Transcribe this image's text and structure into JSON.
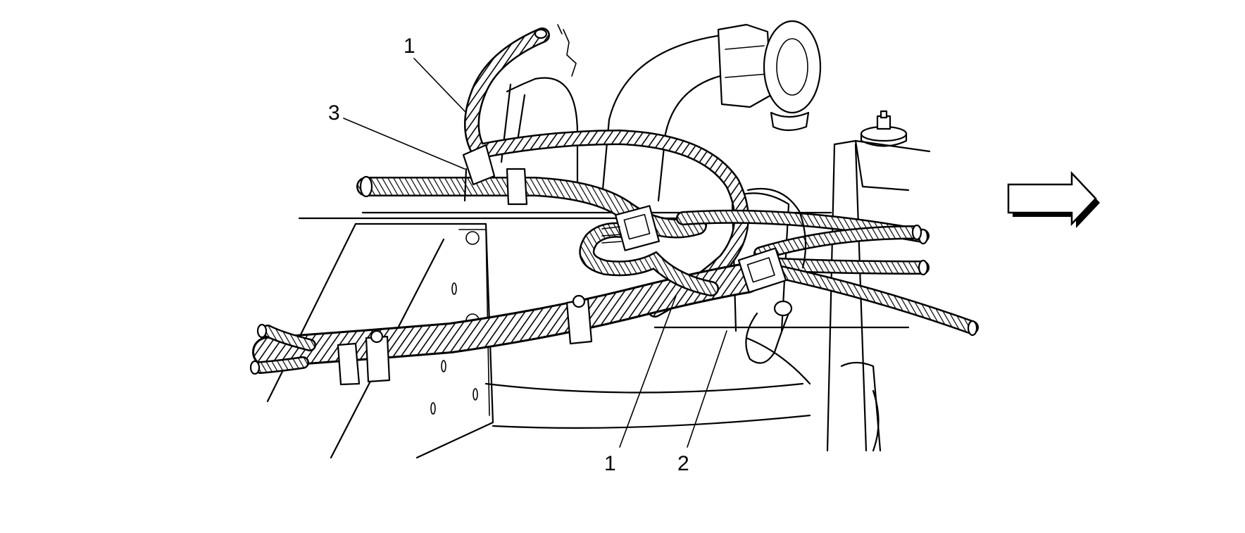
{
  "callouts": [
    {
      "id": "c1a",
      "label": "1"
    },
    {
      "id": "c3",
      "label": "3"
    },
    {
      "id": "c1b",
      "label": "1"
    },
    {
      "id": "c2",
      "label": "2"
    }
  ],
  "icons": {
    "view_arrow": "right-arrow-icon"
  },
  "colors": {
    "ink": "#000000",
    "paper": "#ffffff"
  }
}
